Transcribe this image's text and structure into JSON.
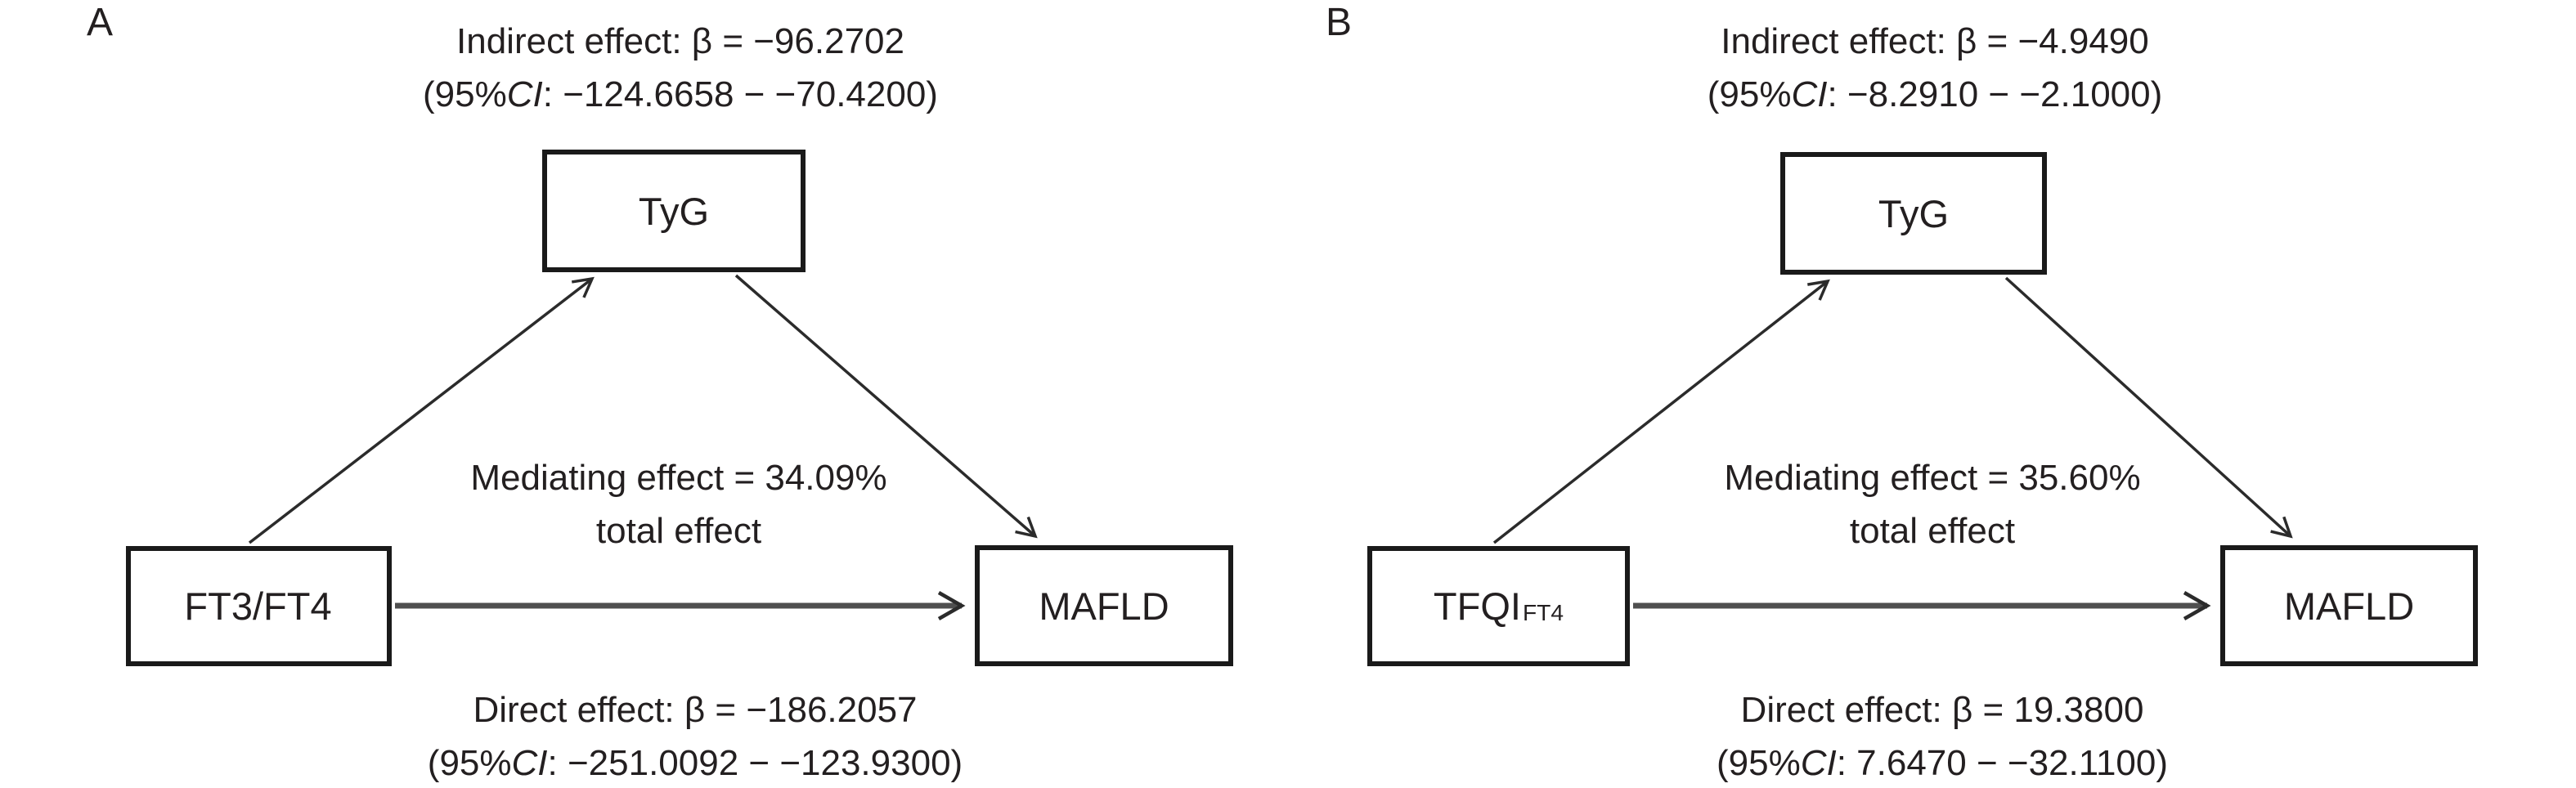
{
  "figure": {
    "panels": [
      {
        "label": "A",
        "indirect": {
          "line1": "Indirect effect: β = −96.2702",
          "ci_open": "(95%",
          "ci_label": "CI",
          "ci_rest": ": −124.6658 − −70.4200)"
        },
        "mediator_box_label": "TyG",
        "exposure_box": {
          "main": "FT3/FT4",
          "sub": ""
        },
        "outcome_box_label": "MAFLD",
        "mediating": {
          "line1": "Mediating effect = 34.09%",
          "line2": "total effect"
        },
        "direct": {
          "line1": "Direct effect: β = −186.2057",
          "ci_open": "(95%",
          "ci_label": "CI",
          "ci_rest": ": −251.0092 − −123.9300)"
        }
      },
      {
        "label": "B",
        "indirect": {
          "line1": "Indirect effect: β = −4.9490",
          "ci_open": "(95%",
          "ci_label": "CI",
          "ci_rest": ": −8.2910 − −2.1000)"
        },
        "mediator_box_label": "TyG",
        "exposure_box": {
          "main": "TFQI",
          "sub": "FT4"
        },
        "outcome_box_label": "MAFLD",
        "mediating": {
          "line1": "Mediating effect = 35.60%",
          "line2": "total effect"
        },
        "direct": {
          "line1": "Direct effect: β = 19.3800",
          "ci_open": "(95%",
          "ci_label": "CI",
          "ci_rest": ": 7.6470 − −32.1100)"
        }
      }
    ]
  },
  "colors": {
    "text": "#231f20",
    "box_border": "#1a1a1a",
    "diagonal_arrow": "#2b2b2b",
    "direct_arrow": "#4f4f4f",
    "background": "#ffffff"
  }
}
